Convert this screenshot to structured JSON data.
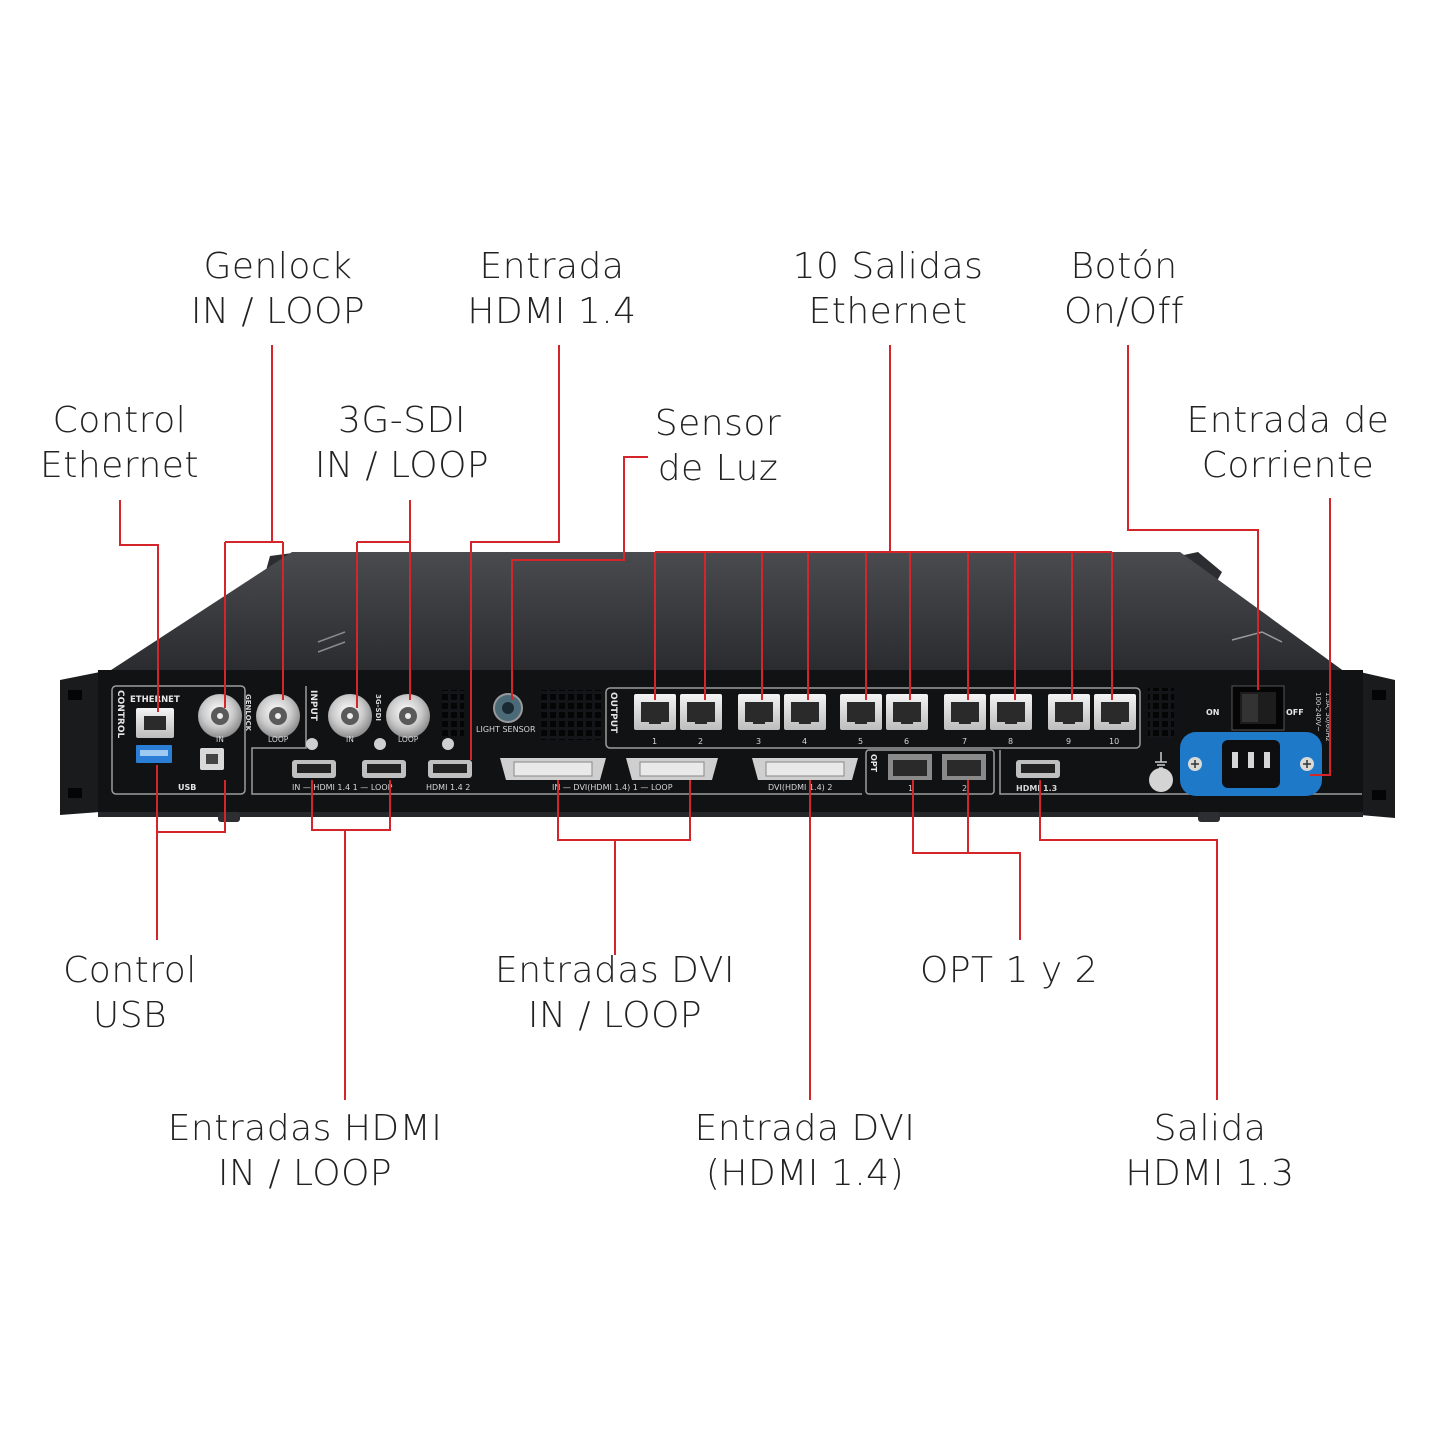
{
  "callouts": {
    "genlock": [
      "Genlock",
      "IN / LOOP"
    ],
    "hdmi14_in": [
      "Entrada",
      "HDMI 1.4"
    ],
    "eth_outputs": [
      "10 Salidas",
      "Ethernet"
    ],
    "power_button": [
      "Botón",
      "On/Off"
    ],
    "control_ethernet": [
      "Control",
      "Ethernet"
    ],
    "sdi": [
      "3G-SDI",
      "IN / LOOP"
    ],
    "light_sensor": [
      "Sensor",
      "de Luz"
    ],
    "power_input": [
      "Entrada de",
      "Corriente"
    ],
    "control_usb": [
      "Control",
      "USB"
    ],
    "dvi_inputs": [
      "Entradas DVI",
      "IN / LOOP"
    ],
    "opt": [
      "OPT 1 y 2"
    ],
    "hdmi_inputs": [
      "Entradas HDMI",
      "IN / LOOP"
    ],
    "dvi_hdmi14": [
      "Entrada DVI",
      "(HDMI 1.4)"
    ],
    "hdmi13_out": [
      "Salida",
      "HDMI 1.3"
    ]
  },
  "panel_labels": {
    "control": "CONTROL",
    "ethernet": "ETHERNET",
    "usb": "USB",
    "input": "INPUT",
    "genlock": "GENLOCK",
    "sdi": "3G-SDI",
    "in": "IN",
    "loop": "LOOP",
    "light_sensor": "LIGHT SENSOR",
    "output": "OUTPUT",
    "port_numbers": [
      "1",
      "2",
      "3",
      "4",
      "5",
      "6",
      "7",
      "8",
      "9",
      "10"
    ],
    "hdmi14_1": "IN — HDMI 1.4 1 — LOOP",
    "hdmi14_2": "HDMI 1.4 2",
    "dvi_1": "IN — DVI(HDMI 1.4) 1 — LOOP",
    "dvi_2": "DVI(HDMI 1.4) 2",
    "opt": "OPT",
    "opt_1": "1",
    "opt_2": "2",
    "hdmi13": "HDMI 1.3",
    "on": "ON",
    "off": "OFF",
    "rating_1": "1.5A, 50/60Hz",
    "rating_2": "100-240V~"
  },
  "colors": {
    "leader": "#d4252b",
    "chassis_top": "#3a3b3e",
    "panel": "#111214",
    "power_inlet": "#1e79c9"
  }
}
